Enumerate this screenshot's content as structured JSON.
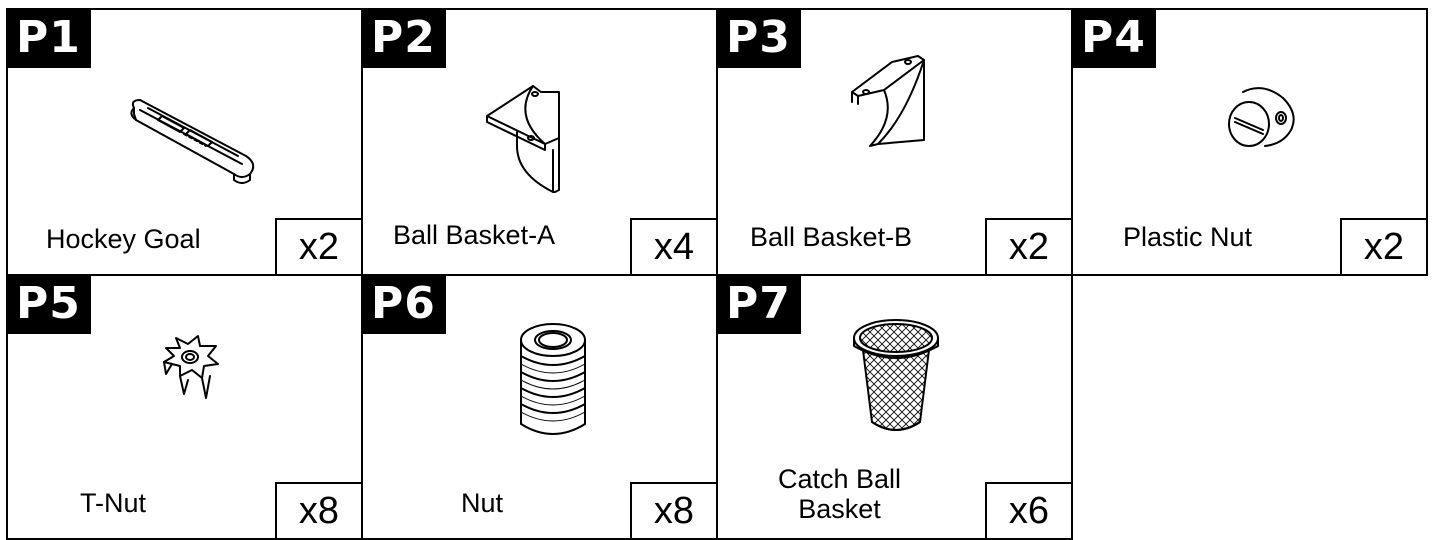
{
  "parts": [
    {
      "code": "P1",
      "name": "Hockey Goal",
      "qty": "x2",
      "icon": "hockey-goal-icon"
    },
    {
      "code": "P2",
      "name": "Ball Basket-A",
      "qty": "x4",
      "icon": "ball-basket-a-icon"
    },
    {
      "code": "P3",
      "name": "Ball Basket-B",
      "qty": "x2",
      "icon": "ball-basket-b-icon"
    },
    {
      "code": "P4",
      "name": "Plastic Nut",
      "qty": "x2",
      "icon": "plastic-nut-icon"
    },
    {
      "code": "P5",
      "name": "T-Nut",
      "qty": "x8",
      "icon": "t-nut-icon"
    },
    {
      "code": "P6",
      "name": "Nut",
      "qty": "x8",
      "icon": "nut-icon"
    },
    {
      "code": "P7",
      "name_line1": "Catch Ball",
      "name_line2": "Basket",
      "qty": "x6",
      "icon": "catch-ball-basket-icon"
    }
  ]
}
